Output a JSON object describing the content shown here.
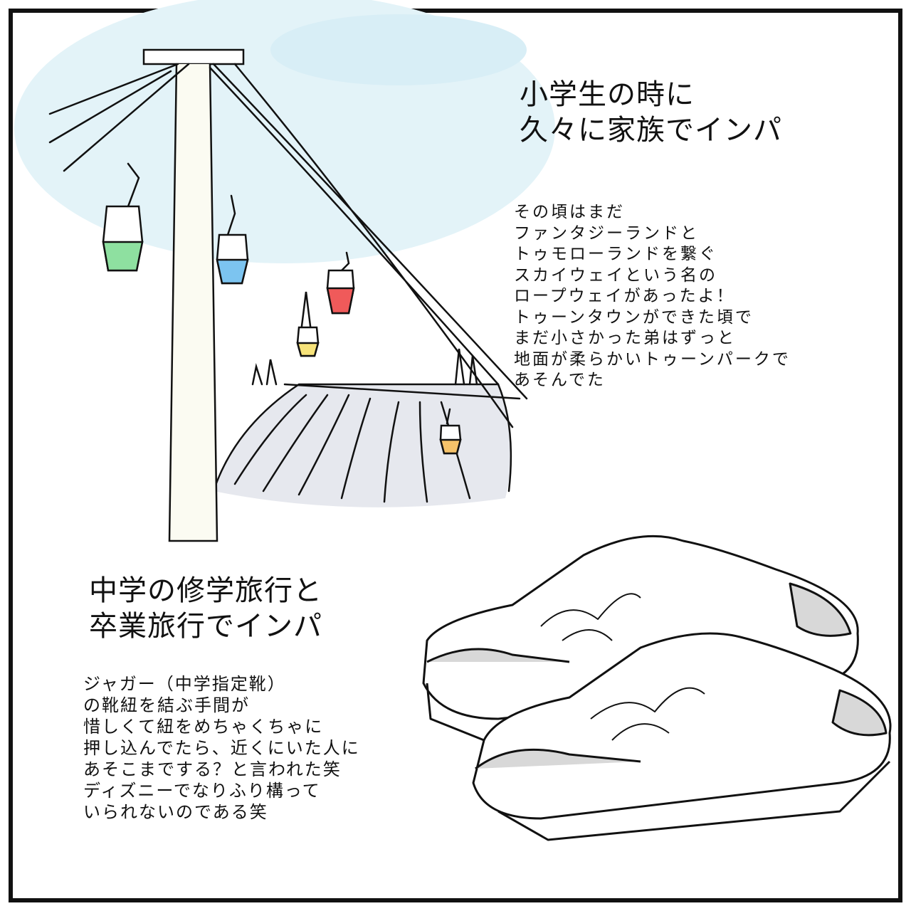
{
  "panel": {
    "section1": {
      "title_lines": [
        "小学生の時に",
        "久々に家族でインパ"
      ],
      "body_lines": [
        "その頃はまだ",
        "ファンタジーランドと",
        "トゥモローランドを繋ぐ",
        "スカイウェイという名の",
        "ロープウェイがあったよ！",
        "トゥーンタウンができた頃で",
        "まだ小さかった弟はずっと",
        "地面が柔らかいトゥーンパークで",
        "あそんでた"
      ]
    },
    "section2": {
      "title_lines": [
        "中学の修学旅行と",
        "卒業旅行でインパ"
      ],
      "body_lines": [
        "ジャガー（中学指定靴）",
        "の靴紐を結ぶ手間が",
        "惜しくて紐をめちゃくちゃに",
        "押し込んでたら、近くにいた人に",
        "あそこまでする？と言われた笑",
        "ディズニーでなりふり構って",
        "いられないのである笑"
      ]
    },
    "colors": {
      "sky": "#d6eef5",
      "gondola_green": "#8ee0a0",
      "gondola_blue": "#7cc4f0",
      "gondola_red": "#f05a5a",
      "gondola_yellow": "#f7e37a",
      "gondola_orange": "#f5c26a",
      "shoe_gray": "#d8d8d8"
    }
  }
}
